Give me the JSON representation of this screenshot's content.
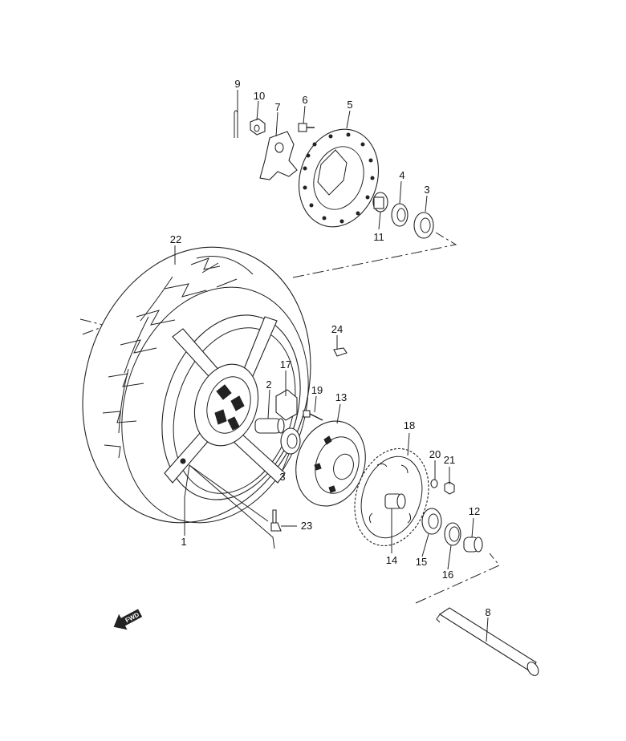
{
  "fwd_label": "FWD",
  "callouts": [
    "1",
    "2",
    "3",
    "3",
    "4",
    "5",
    "6",
    "7",
    "8",
    "9",
    "10",
    "11",
    "12",
    "13",
    "14",
    "15",
    "16",
    "17",
    "18",
    "19",
    "20",
    "21",
    "22",
    "23",
    "24"
  ]
}
